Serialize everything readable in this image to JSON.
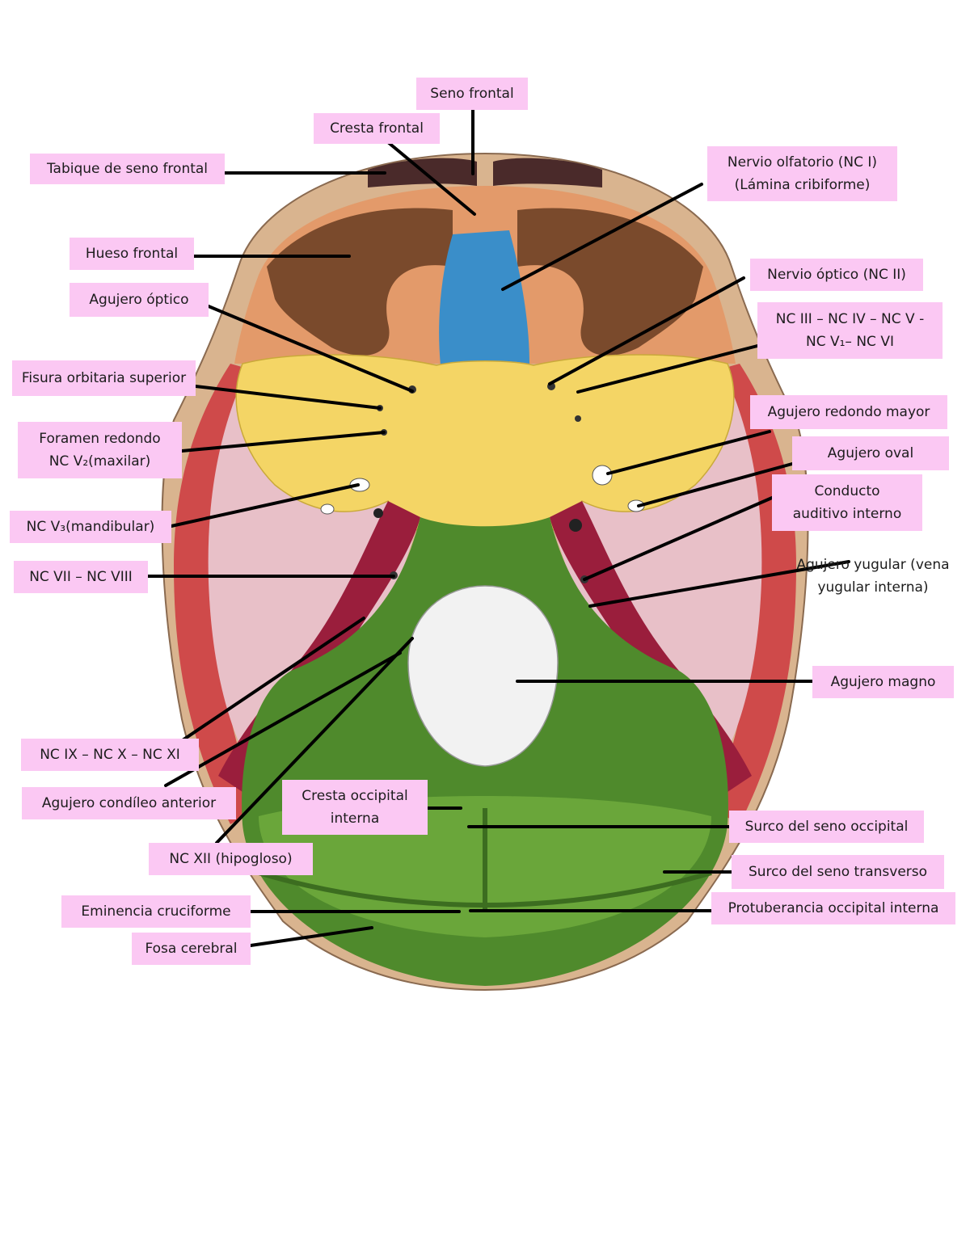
{
  "colors": {
    "label_bg": "#fbc8f3",
    "skull_outer": "#d9b48f",
    "frontal_brain": "#7a4a2c",
    "frontal_light": "#e39a6a",
    "cribriform": "#3a8ec9",
    "sphenoid": "#f4d565",
    "temporal": "#e8c0c8",
    "temporal_red": "#cf4a4a",
    "petrous": "#9a1e3c",
    "occipital": "#4f8a2c",
    "occipital_light": "#6aa63a",
    "foramen_magnum": "#f2f2f2",
    "leader_line": "#000000"
  },
  "labels": {
    "seno_frontal": "Seno frontal",
    "cresta_frontal": "Cresta frontal",
    "tabique_seno_frontal": "Tabique de seno frontal",
    "nervio_olfatorio_1": "Nervio olfatorio (NC I)",
    "nervio_olfatorio_2": "(Lámina cribiforme)",
    "hueso_frontal": "Hueso frontal",
    "nervio_optico": "Nervio óptico (NC II)",
    "agujero_optico": "Agujero óptico",
    "nc_iii_1": "NC III – NC IV – NC V -",
    "nc_iii_2": "NC V₁– NC VI",
    "fisura_orbitaria": "Fisura orbitaria superior",
    "agujero_redondo_mayor": "Agujero redondo mayor",
    "foramen_redondo_1": "Foramen redondo",
    "foramen_redondo_2": "NC V₂(maxilar)",
    "agujero_oval": "Agujero oval",
    "conducto_auditivo_1": "Conducto",
    "conducto_auditivo_2": "auditivo interno",
    "nc_v3": "NC V₃(mandibular)",
    "nc_vii_viii": "NC VII – NC VIII",
    "agujero_yugular_1": "Agujero yugular (vena",
    "agujero_yugular_2": "yugular interna)",
    "agujero_magno": "Agujero magno",
    "nc_ix_x_xi": "NC IX – NC X – NC XI",
    "agujero_condileo": "Agujero condíleo anterior",
    "cresta_occipital_1": "Cresta occipital",
    "cresta_occipital_2": "interna",
    "surco_seno_occipital": "Surco del seno occipital",
    "nc_xii": "NC XII (hipogloso)",
    "surco_seno_transverso": "Surco del seno transverso",
    "eminencia_cruciforme": "Eminencia cruciforme",
    "protuberancia": "Protuberancia occipital interna",
    "fosa_cerebral": "Fosa cerebral"
  }
}
